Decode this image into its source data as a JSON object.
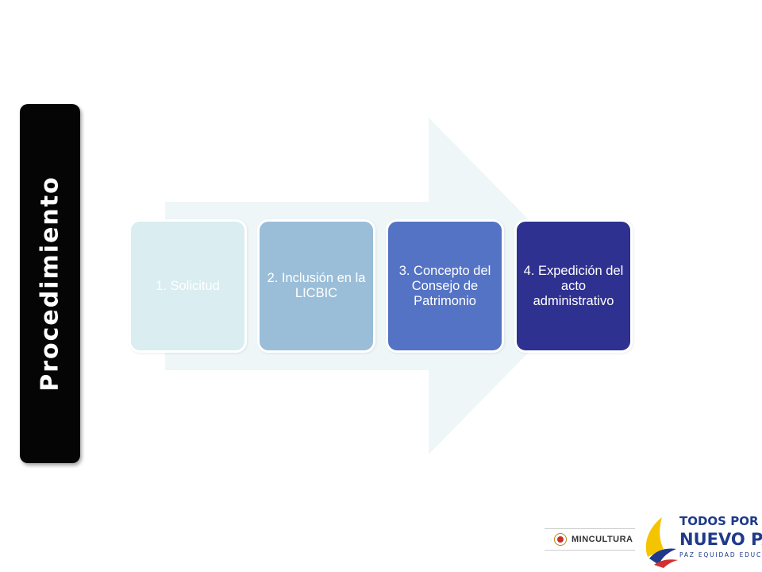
{
  "side_label": "Procedimiento",
  "steps": [
    {
      "label": "1. Solicitud"
    },
    {
      "label": "2. Inclusión en la LICBIC"
    },
    {
      "label": "3. Concepto del Consejo de Patrimonio"
    },
    {
      "label": "4. Expedición del acto administrativo"
    }
  ],
  "footer": {
    "mincultura": "MINCULTURA",
    "slogan_line1": "TODOS POR UN",
    "slogan_line2": "NUEVO PAÍS",
    "slogan_line3": "PAZ  EQUIDAD  EDUCACIÓN"
  },
  "colors": {
    "arrow": "#eef6f8",
    "step1": "#daedf0",
    "step2": "#9abed8",
    "step3": "#5473c4",
    "step4": "#2e3190"
  }
}
